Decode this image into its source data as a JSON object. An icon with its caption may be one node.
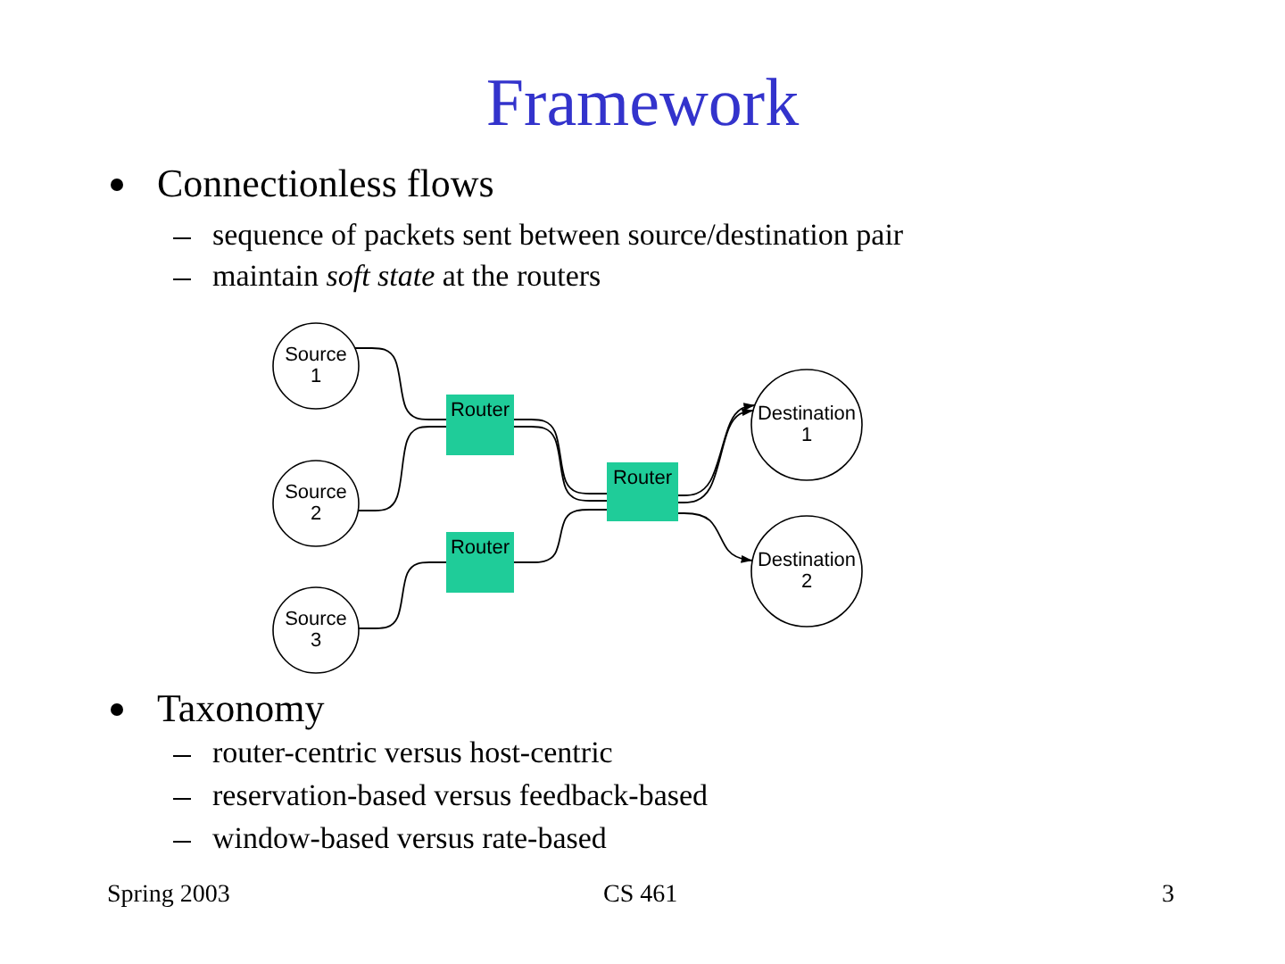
{
  "diagram": {
    "title": "Framework",
    "nodes": [
      {
        "text": [
          "Source 1"
        ]
      },
      {
        "text": [
          "Router"
        ]
      },
      {
        "text": [
          "Destination 1"
        ]
      },
      {
        "text": [
          "Router"
        ]
      },
      {
        "text": [
          "Source 2"
        ]
      },
      {
        "text": [
          "Router"
        ]
      },
      {
        "text": [
          "Destination 2"
        ]
      },
      {
        "text": [
          "Source 3"
        ]
      }
    ],
    "edges": [
      {
        "from": 0,
        "to": 1,
        "arrow": "none"
      },
      {
        "from": 4,
        "to": 1,
        "arrow": "none"
      },
      {
        "from": 1,
        "to": 3,
        "arrow": "none"
      },
      {
        "from": 1,
        "to": 3,
        "arrow": "none"
      },
      {
        "from": 3,
        "to": 2,
        "arrow": "to"
      },
      {
        "from": 3,
        "to": 2,
        "arrow": "to"
      },
      {
        "from": 7,
        "to": 5,
        "arrow": "none"
      },
      {
        "from": 5,
        "to": 3,
        "arrow": "none"
      },
      {
        "from": 3,
        "to": 6,
        "arrow": "to"
      }
    ],
    "labels": [
      "Connectionless flows",
      "sequence of packets sent between source/destination pair",
      "maintain *soft state* at the routers",
      "Taxonomy",
      "router-centric versus host-centric",
      "reservation-based versus feedback-based",
      "window-based versus rate-based",
      "Spring 2003",
      "CS 461",
      "3"
    ]
  }
}
